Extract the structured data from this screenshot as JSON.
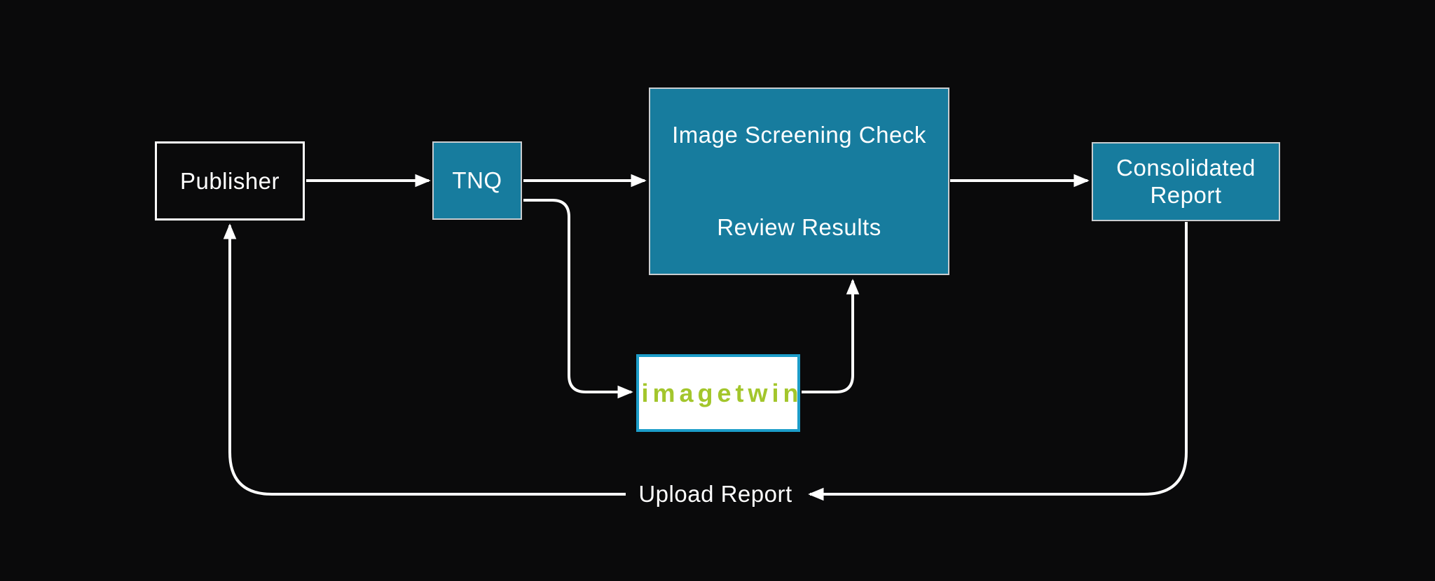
{
  "colors": {
    "background": "#0A0A0B",
    "teal": "#177C9E",
    "box_border": "#C9CDD0",
    "publisher_border": "#FFFFFF",
    "line": "#FFFFFF",
    "imagetwin_border": "#1C9DC9",
    "imagetwin_bg": "#FFFFFF",
    "green": "#A3C62C",
    "text": "#FFFFFF"
  },
  "nodes": {
    "publisher": {
      "label": "Publisher"
    },
    "tnq": {
      "label": "TNQ"
    },
    "screening": {
      "top_label": "Image Screening Check",
      "bottom_label": "Review Results"
    },
    "imagetwin": {
      "wordmark": "imagetwin"
    },
    "consolidated": {
      "label": "Consolidated Report"
    }
  },
  "edges": {
    "upload_label": "Upload Report"
  }
}
